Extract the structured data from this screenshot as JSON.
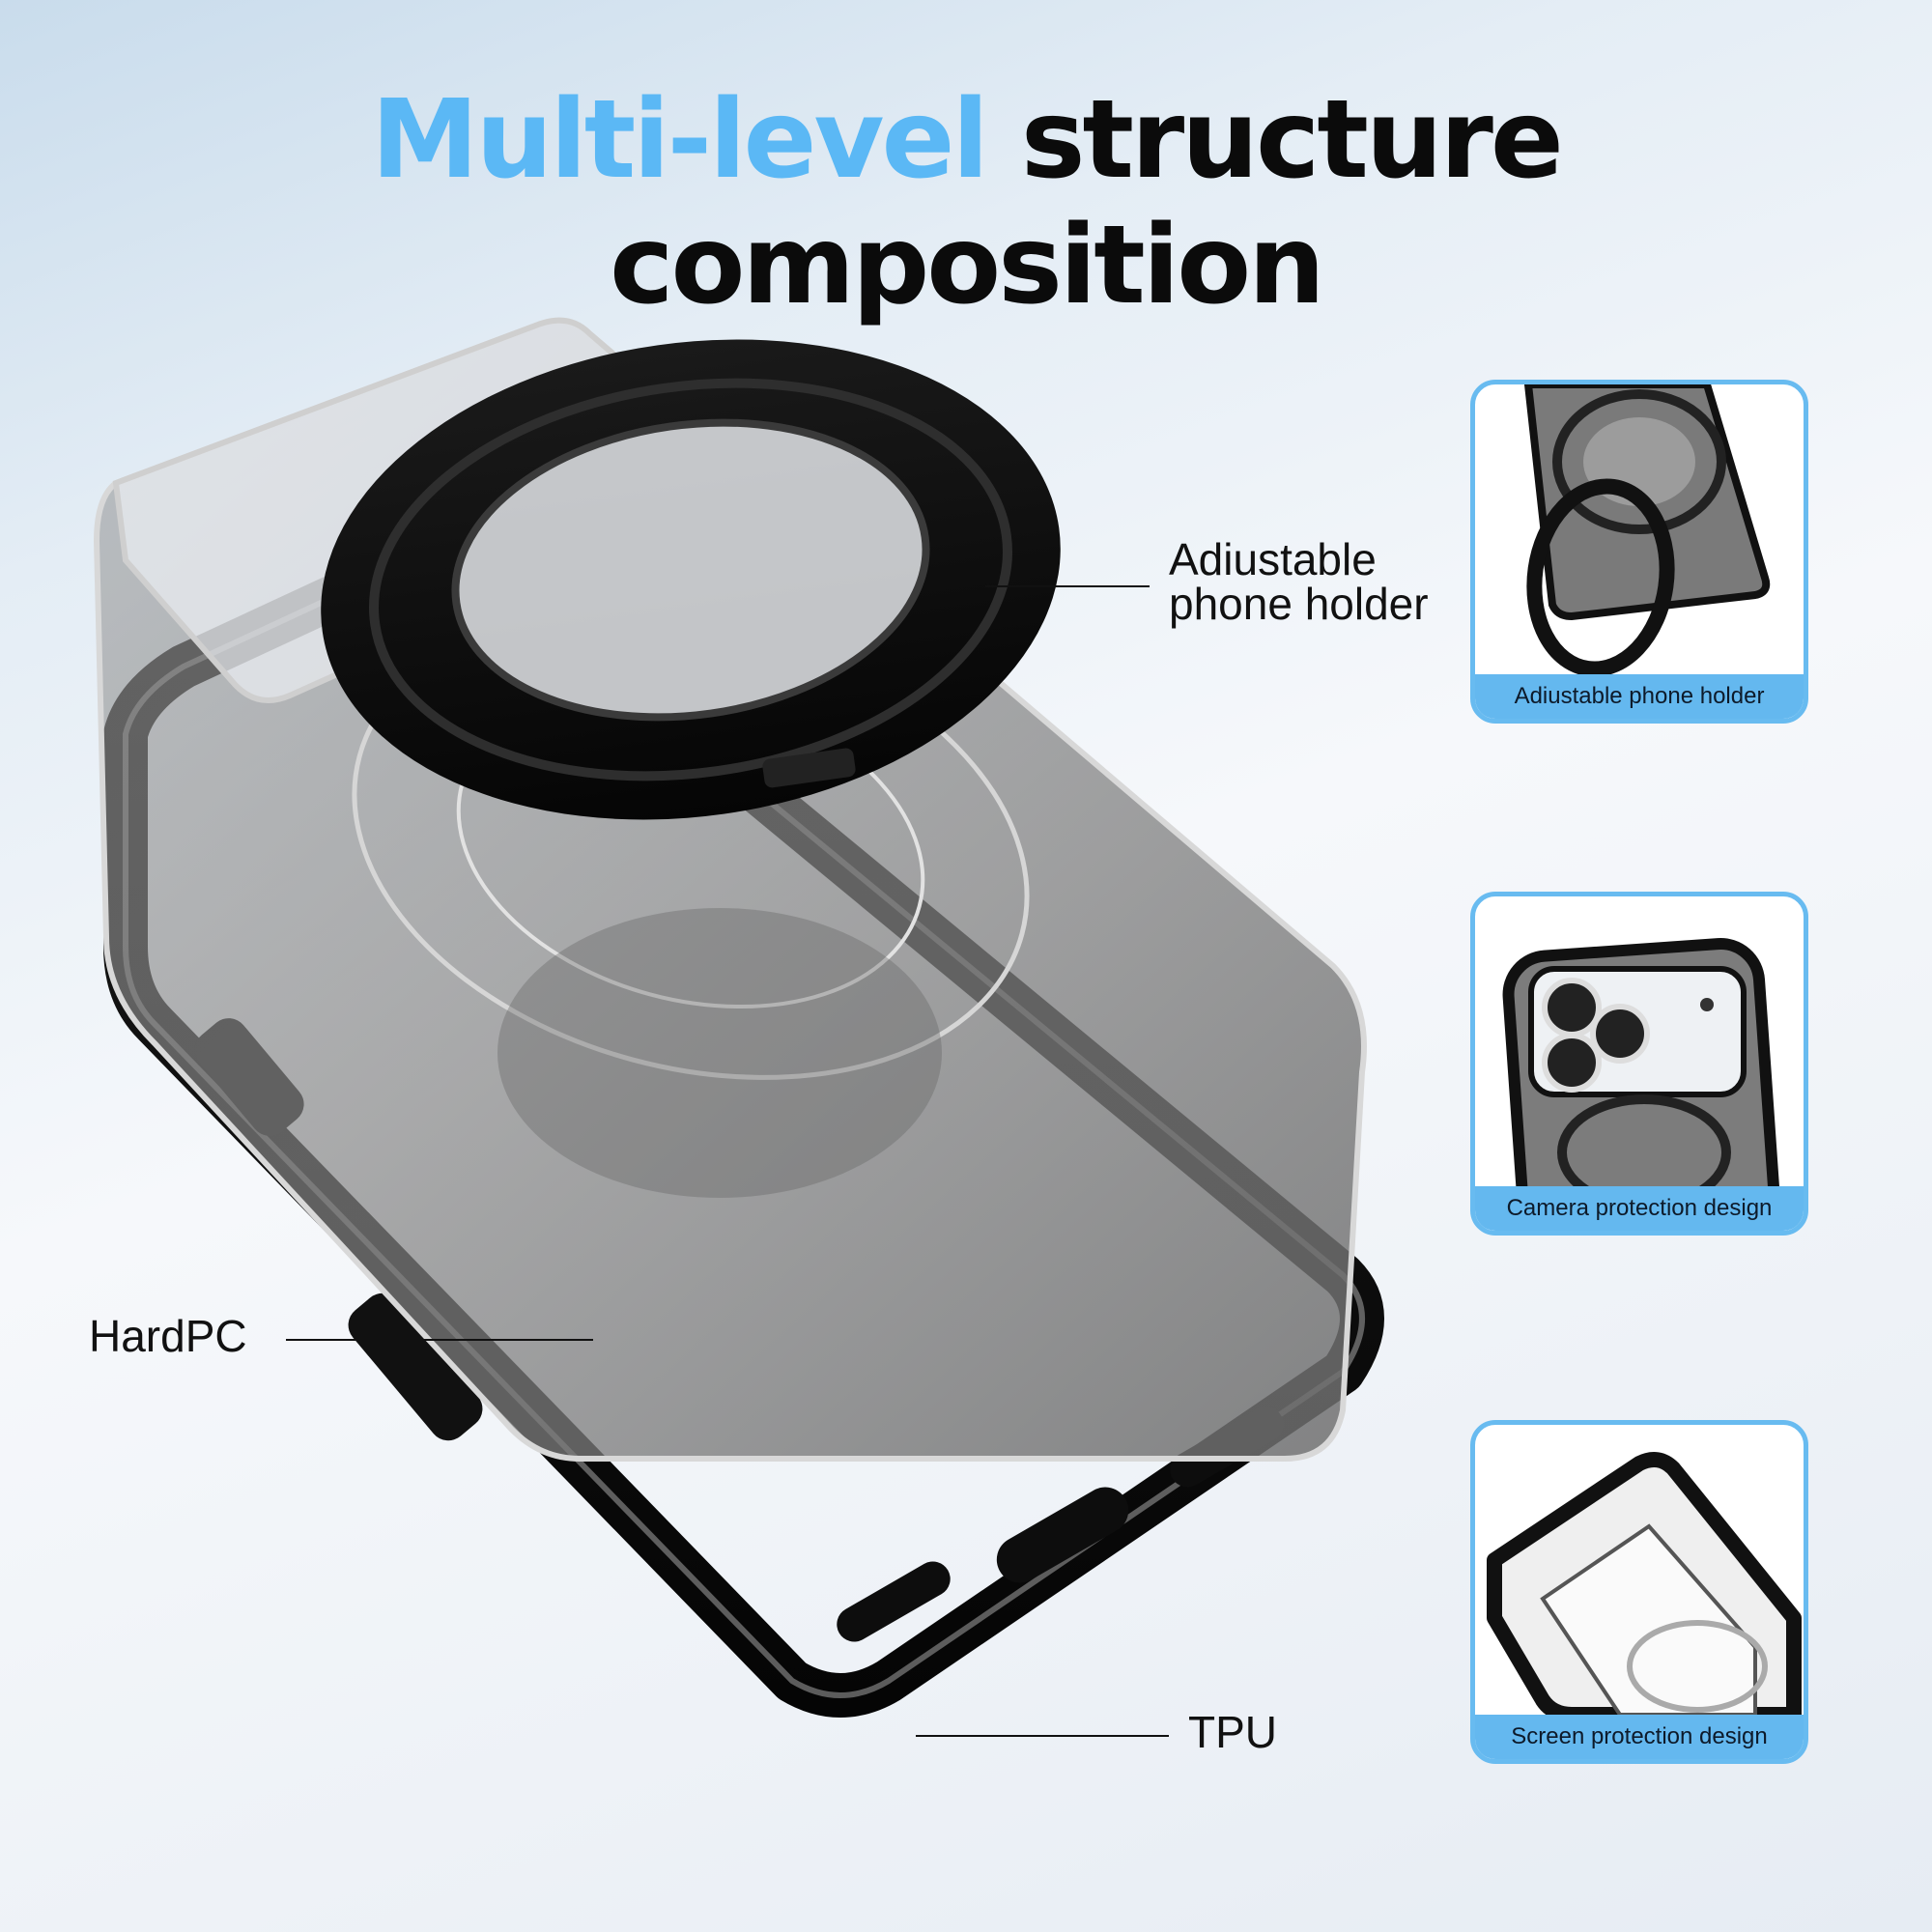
{
  "title": {
    "highlight": "Multi-level",
    "rest": "structure composition"
  },
  "callouts": {
    "holder_line1": "Adiustable",
    "holder_line2": "phone holder",
    "hardpc": "HardPC",
    "tpu": "TPU"
  },
  "panels": [
    {
      "caption": "Adiustable phone holder"
    },
    {
      "caption": "Camera protection design"
    },
    {
      "caption": "Screen protection design"
    }
  ],
  "colors": {
    "accent": "#5bb8f5",
    "panel_border": "#68bbf0",
    "panel_caption_bg": "#64b8ef"
  }
}
